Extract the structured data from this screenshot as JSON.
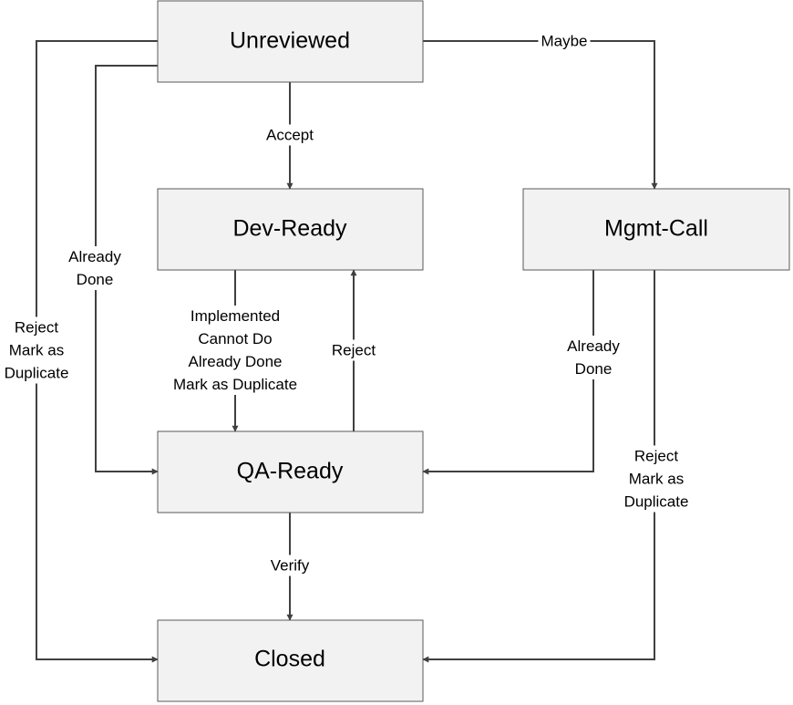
{
  "states": {
    "unreviewed": "Unreviewed",
    "dev_ready": "Dev-Ready",
    "mgmt_call": "Mgmt-Call",
    "qa_ready": "QA-Ready",
    "closed": "Closed"
  },
  "transitions": {
    "accept": {
      "lines": [
        "Accept"
      ]
    },
    "maybe": {
      "lines": [
        "Maybe"
      ]
    },
    "already_done_left": {
      "lines": [
        "Already",
        "Done"
      ]
    },
    "reject_duplicate_left": {
      "lines": [
        "Reject",
        "Mark as",
        "Duplicate"
      ]
    },
    "dev_to_qa": {
      "lines": [
        "Implemented",
        "Cannot Do",
        "Already Done",
        "Mark as Duplicate"
      ]
    },
    "reject_qa": {
      "lines": [
        "Reject"
      ]
    },
    "already_done_mgmt": {
      "lines": [
        "Already",
        "Done"
      ]
    },
    "reject_duplicate_mgmt": {
      "lines": [
        "Reject",
        "Mark as",
        "Duplicate"
      ]
    },
    "verify": {
      "lines": [
        "Verify"
      ]
    }
  }
}
